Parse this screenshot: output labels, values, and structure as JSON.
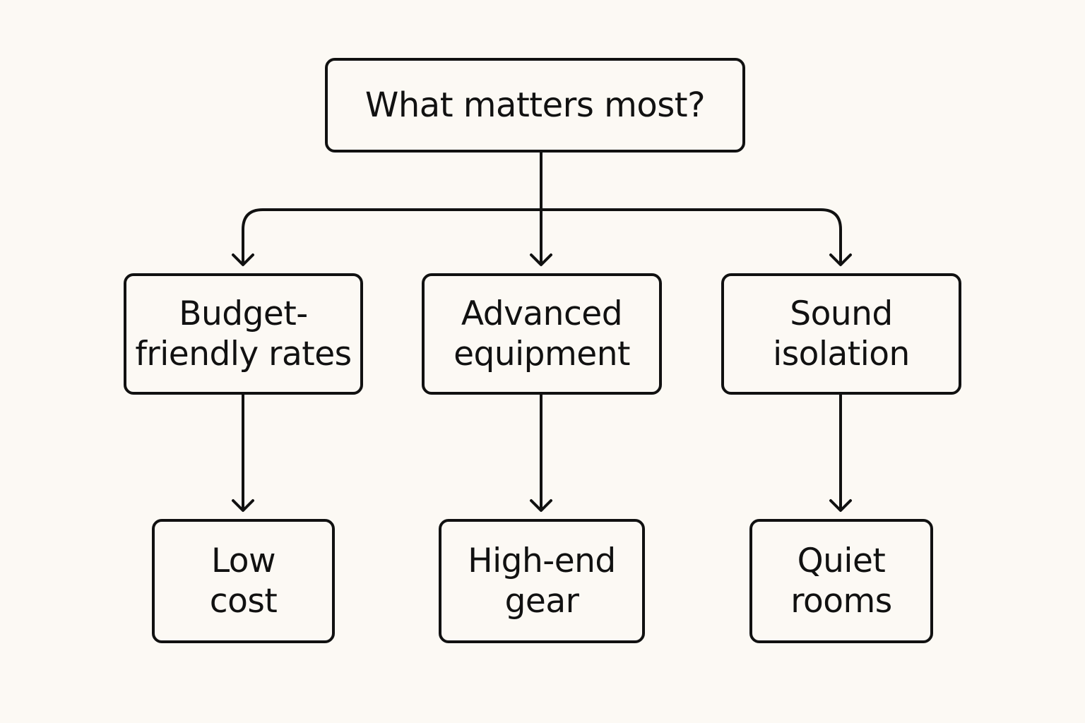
{
  "diagram": {
    "root": {
      "label": "What matters most?"
    },
    "options": [
      {
        "label": "Budget-\nfriendly rates",
        "result": "Low\ncost"
      },
      {
        "label": "Advanced\nequipment",
        "result": "High-end\ngear"
      },
      {
        "label": "Sound\nisolation",
        "result": "Quiet\nrooms"
      }
    ],
    "stroke_color": "#111111",
    "background_color": "#fcf9f4"
  }
}
